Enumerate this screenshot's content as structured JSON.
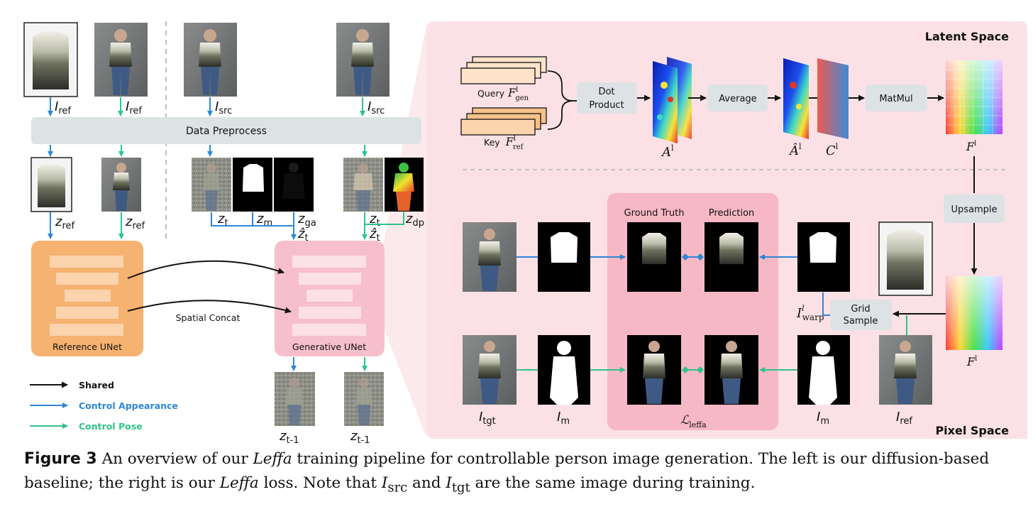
{
  "colors": {
    "blue_arrow": "#2f86d6",
    "green_arrow": "#2fc48a",
    "black_arrow": "#111111",
    "preprocess_bar": "#dde2e5",
    "reference_unet": "#f6b271",
    "generative_unet": "#f7bfcd",
    "right_panel": "#fbe1e6",
    "loss_box": "#f7b8c6",
    "op_box": "#dde2e5"
  },
  "left": {
    "preprocess_label": "Data Preprocess",
    "input_labels": {
      "ref_garment": "I_ref",
      "ref_person": "I_ref",
      "src_1": "I_src",
      "src_2": "I_src"
    },
    "latent_labels": {
      "z_ref_garment": "z_ref",
      "z_ref_person": "z_ref",
      "z_t": "z_t",
      "z_m": "z_m",
      "z_ga": "z_ga",
      "z_hat_1": "ẑ_t",
      "z_t_pose": "z_t",
      "z_dp": "z_dp",
      "z_hat_2": "ẑ_t",
      "z_out_1": "z_t-1",
      "z_out_2": "z_t-1"
    },
    "reference_unet_label": "Reference UNet",
    "generative_unet_label": "Generative UNet",
    "spatial_concat_label": "Spatial Concat",
    "legend": [
      {
        "label": "Shared",
        "color": "#111111"
      },
      {
        "label": "Control Appearance",
        "color": "#2f86d6"
      },
      {
        "label": "Control Pose",
        "color": "#2fc48a"
      }
    ]
  },
  "right": {
    "latent_space_label": "Latent Space",
    "pixel_space_label": "Pixel Space",
    "query_label": "Query",
    "key_label": "Key",
    "dot_product_label": "Dot Product",
    "average_label": "Average",
    "matmul_label": "MatMul",
    "upsample_label": "Upsample",
    "grid_sample_label": "Grid Sample",
    "ground_truth_label": "Ground Truth",
    "prediction_label": "Prediction",
    "math_labels": {
      "F_gen": "F",
      "F_ref": "F",
      "A": "A",
      "A_hat": "Â",
      "C": "C",
      "F_latent": "F",
      "F_pixel": "F",
      "I_warp": "I",
      "I_tgt": "I",
      "I_m_left": "I",
      "I_m_right": "I",
      "I_ref": "I",
      "L_leffa": "ℒ"
    }
  },
  "caption": {
    "figure_label": "Figure 3",
    "text_1": "An overview of our",
    "emph_1": "Leffa",
    "text_2": "training pipeline for controllable person image generation. The left is our diffusion-based baseline; the right is our",
    "emph_2": "Leffa",
    "text_3": "loss. Note that",
    "var_1": "I",
    "var_1_sub": "src",
    "text_4": "and",
    "var_2": "I",
    "var_2_sub": "tgt",
    "text_5": "are the same image during training."
  }
}
